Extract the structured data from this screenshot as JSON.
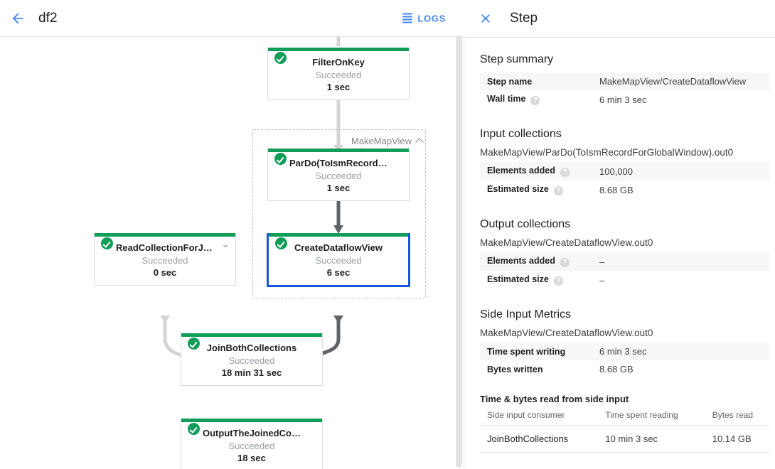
{
  "left": {
    "back_icon": "arrow-left-icon",
    "job_title": "df2",
    "logs_label": "LOGS",
    "logs_icon": "logs-lines-icon"
  },
  "graph": {
    "group": {
      "label": "MakeMapView",
      "collapse_icon": "chevron-up-icon"
    },
    "nodes": [
      {
        "id": "filter-on-key",
        "name": "FilterOnKey",
        "status": "Succeeded",
        "time": "1 sec",
        "status_icon": "check-circle-icon",
        "selected": false,
        "expandable": false
      },
      {
        "id": "pardo-toismrecordfor",
        "name": "ParDo(ToIsmRecordFor…",
        "status": "Succeeded",
        "time": "1 sec",
        "status_icon": "check-circle-icon",
        "selected": false,
        "expandable": false
      },
      {
        "id": "create-dataflow-view",
        "name": "CreateDataflowView",
        "status": "Succeeded",
        "time": "6 sec",
        "status_icon": "check-circle-icon",
        "selected": true,
        "expandable": false
      },
      {
        "id": "read-collection-for-join",
        "name": "ReadCollectionForJoin",
        "status": "Succeeded",
        "time": "0 sec",
        "status_icon": "check-circle-icon",
        "selected": false,
        "expandable": true,
        "expand_icon": "chevron-down-icon"
      },
      {
        "id": "join-both-collections",
        "name": "JoinBothCollections",
        "status": "Succeeded",
        "time": "18 min 31 sec",
        "status_icon": "check-circle-icon",
        "selected": false,
        "expandable": false
      },
      {
        "id": "output-the-joined-collec",
        "name": "OutputTheJoinedCollec…",
        "status": "Succeeded",
        "time": "18 sec",
        "status_icon": "check-circle-icon",
        "selected": false,
        "expandable": false
      }
    ],
    "colors": {
      "status_bar": "#0f9d58",
      "selected_border": "#1a56db",
      "edge_light": "#d4d4d4",
      "edge_dark": "#5f6368"
    }
  },
  "panel": {
    "close_icon": "close-icon",
    "title": "Step",
    "help_icon": "help-icon",
    "step_summary": {
      "title": "Step summary",
      "rows": [
        {
          "key": "Step name",
          "value": "MakeMapView/CreateDataflowView",
          "help": false
        },
        {
          "key": "Wall time",
          "value": "6 min 3 sec",
          "help": true
        }
      ]
    },
    "input_collections": {
      "title": "Input collections",
      "collection": "MakeMapView/ParDo(ToIsmRecordForGlobalWindow).out0",
      "rows": [
        {
          "key": "Elements added",
          "value": "100,000",
          "help": true
        },
        {
          "key": "Estimated size",
          "value": "8.68 GB",
          "help": true
        }
      ]
    },
    "output_collections": {
      "title": "Output collections",
      "collection": "MakeMapView/CreateDataflowView.out0",
      "rows": [
        {
          "key": "Elements added",
          "value": "–",
          "help": true
        },
        {
          "key": "Estimated size",
          "value": "–",
          "help": true
        }
      ]
    },
    "side_input_metrics": {
      "title": "Side Input Metrics",
      "collection": "MakeMapView/CreateDataflowView.out0",
      "rows": [
        {
          "key": "Time spent writing",
          "value": "6 min 3 sec",
          "help": false
        },
        {
          "key": "Bytes written",
          "value": "8.68 GB",
          "help": false
        }
      ],
      "table_title": "Time & bytes read from side input",
      "columns": [
        "Side input consumer",
        "Time spent reading",
        "Bytes read"
      ],
      "rows_table": [
        [
          "JoinBothCollections",
          "10 min 3 sec",
          "10.14 GB"
        ]
      ]
    }
  }
}
